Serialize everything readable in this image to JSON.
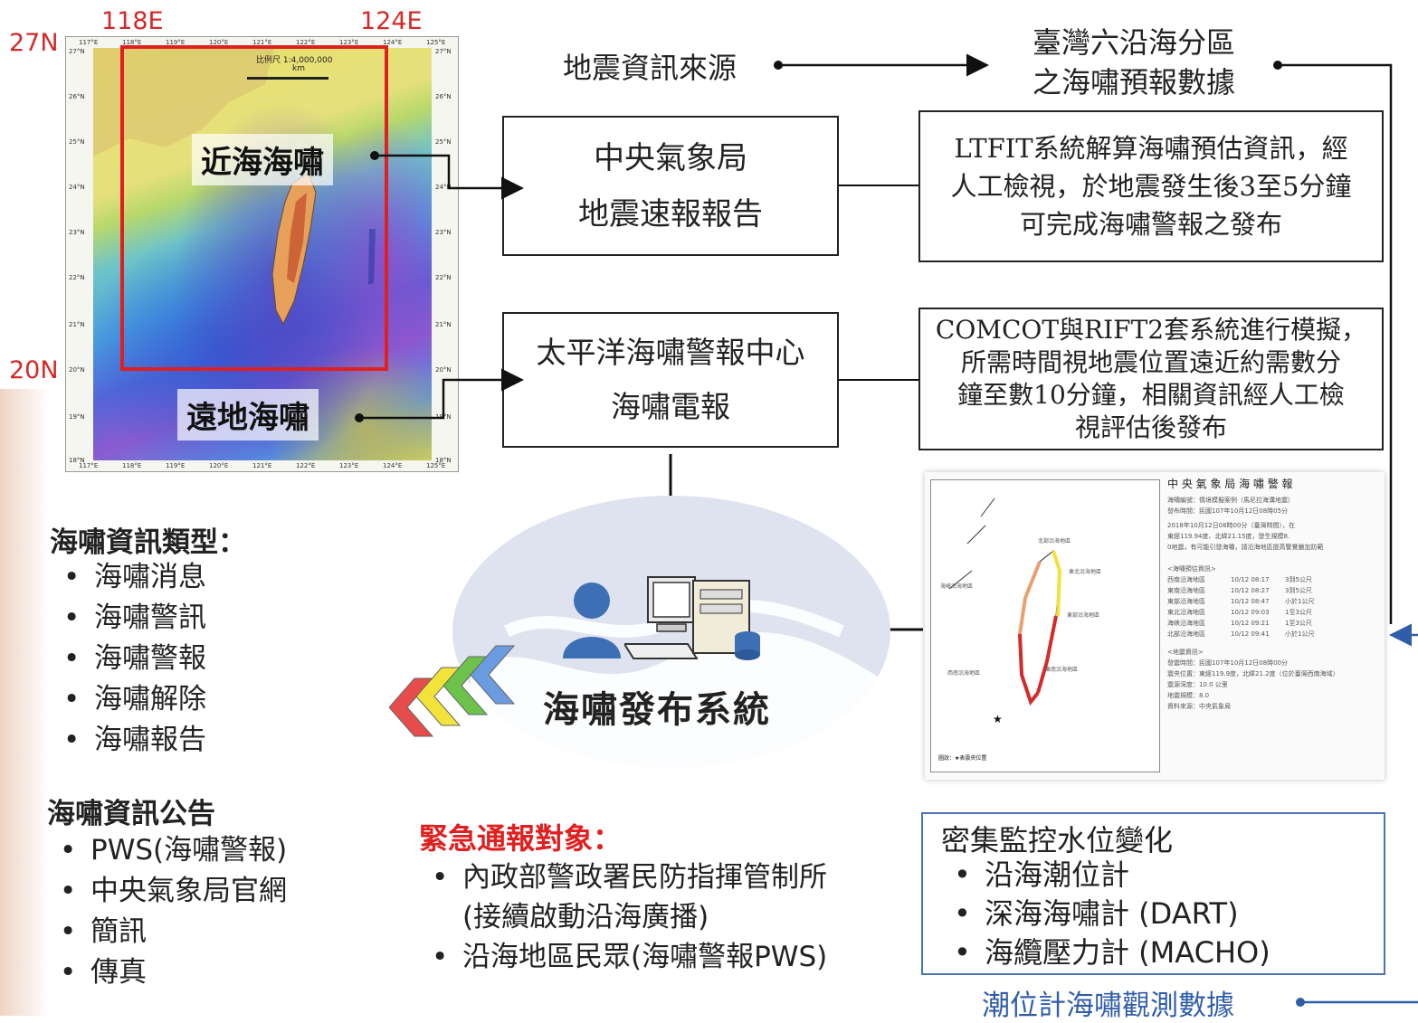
{
  "map": {
    "coord_top_left": "118E",
    "coord_top_right": "124E",
    "coord_lat_top": "27N",
    "coord_lat_bottom": "20N",
    "near_label": "近海海嘯",
    "far_label": "遠地海嘯",
    "scale_text": "比例尺  1:4,000,000",
    "scale_unit": "km",
    "lon_ticks": [
      "117°E",
      "118°E",
      "119°E",
      "120°E",
      "121°E",
      "122°E",
      "123°E",
      "124°E",
      "125°E"
    ],
    "lat_ticks": [
      "27°N",
      "26°N",
      "25°N",
      "24°N",
      "23°N",
      "22°N",
      "21°N",
      "20°N",
      "19°N",
      "18°N"
    ]
  },
  "header": {
    "source_label": "地震資訊來源",
    "zones_line1": "臺灣六沿海分區",
    "zones_line2": "之海嘯預報數據"
  },
  "cwb_box": {
    "line1": "中央氣象局",
    "line2": "地震速報報告"
  },
  "ltfit_box": {
    "line1": "LTFIT系統解算海嘯預估資訊，經",
    "line2": "人工檢視，於地震發生後3至5分鐘",
    "line3": "可完成海嘯警報之發布"
  },
  "ptwc_box": {
    "line1": "太平洋海嘯警報中心",
    "line2": "海嘯電報"
  },
  "comcot_box": {
    "line1": "COMCOT與RIFT2套系統進行模擬，",
    "line2": "所需時間視地震位置遠近約需數分",
    "line3": "鐘至數10分鐘，相關資訊經人工檢",
    "line4": "視評估後發布"
  },
  "system": {
    "label": "海嘯發布系統"
  },
  "warning_doc": {
    "title": "中 央 氣 象 局   海 嘯 警 報",
    "meta1": "海嘯編號：情境模擬案例（馬尼拉海溝地震）",
    "meta2": "發布時間：民國107年10月12日08時05分",
    "body1": "2018年10月12日08時00分（臺灣時間），在",
    "body2": "東經119.94度、北緯21.15度，發生規模8.",
    "body3": "0地震，有可能引發海嘯，請沿海地區提高警覺嚴加防範",
    "section1": "<海嘯預估資訊>",
    "rows": [
      [
        "西南沿海地區",
        "10/12 08:17",
        "3到5公尺"
      ],
      [
        "東南沿海地區",
        "10/12 08:27",
        "3到5公尺"
      ],
      [
        "東部沿海地區",
        "10/12 08:47",
        "小於1公尺"
      ],
      [
        "東北沿海地區",
        "10/12 09:03",
        "1至3公尺"
      ],
      [
        "海峽沿海地區",
        "10/12 09:21",
        "1至3公尺"
      ],
      [
        "北部沿海地區",
        "10/12 09:41",
        "小於1公尺"
      ]
    ],
    "section2": "<地震資訊>",
    "eq1": "發震時間：民國107年10月12日08時00分",
    "eq2": "震央位置：東經119.9度，北緯21.2度（位於臺灣西南海域）",
    "eq3": "震源深度：10.0 公里",
    "eq4": "地震規模：8.0",
    "eq5": "資料來源：中央氣象局",
    "regions": {
      "north": "北部沿海地區",
      "northeast": "東北沿海地區",
      "strait": "海峽沿海地區",
      "east": "東部沿海地區",
      "southwest": "西南沿海地區",
      "southeast": "東南沿海地區"
    },
    "legend": "圖說：★表震央位置"
  },
  "info_types": {
    "heading": "海嘯資訊類型：",
    "items": [
      "海嘯消息",
      "海嘯警訊",
      "海嘯警報",
      "海嘯解除",
      "海嘯報告"
    ]
  },
  "announcements": {
    "heading": "海嘯資訊公告",
    "items": [
      "PWS(海嘯警報)",
      "中央氣象局官網",
      "簡訊",
      "傳真"
    ]
  },
  "emergency": {
    "heading": "緊急通報對象：",
    "item1_line1": "內政部警政署民防指揮管制所",
    "item1_line2": "(接續啟動沿海廣播)",
    "item2": "沿海地區民眾(海嘯警報PWS)"
  },
  "monitoring": {
    "heading": "密集監控水位變化",
    "items": [
      "沿海潮位計",
      "深海海嘯計 (DART)",
      "海纜壓力計 (MACHO)"
    ]
  },
  "tide_data": {
    "label": "潮位計海嘯觀測數據"
  },
  "colors": {
    "red": "#e02020",
    "blue_frame": "#4a73b8",
    "tide_text": "#2f5da8",
    "oval": "#dfe3ef"
  }
}
